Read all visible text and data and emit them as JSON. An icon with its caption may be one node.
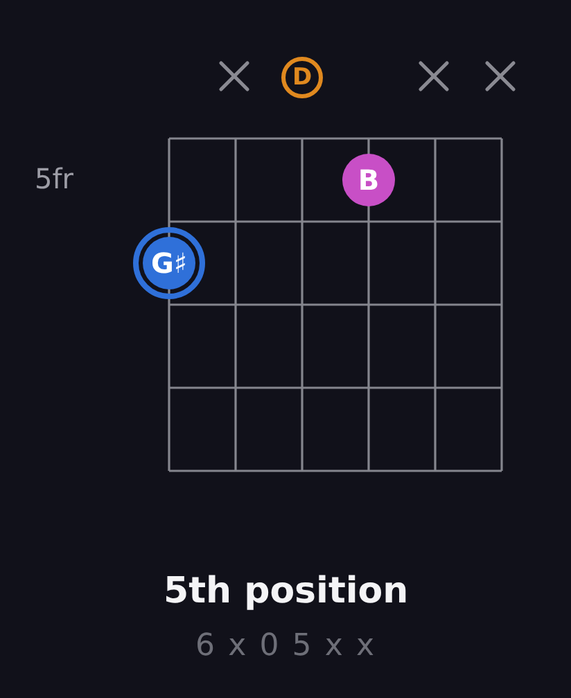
{
  "diagram": {
    "title": "5th position",
    "caption": "6 x 0 5 x x",
    "nodes": [
      {
        "text": [
          "D"
        ]
      },
      {
        "text": [
          "B"
        ]
      },
      {
        "text": [
          "G♯"
        ]
      }
    ],
    "labels": [
      "5fr"
    ]
  }
}
